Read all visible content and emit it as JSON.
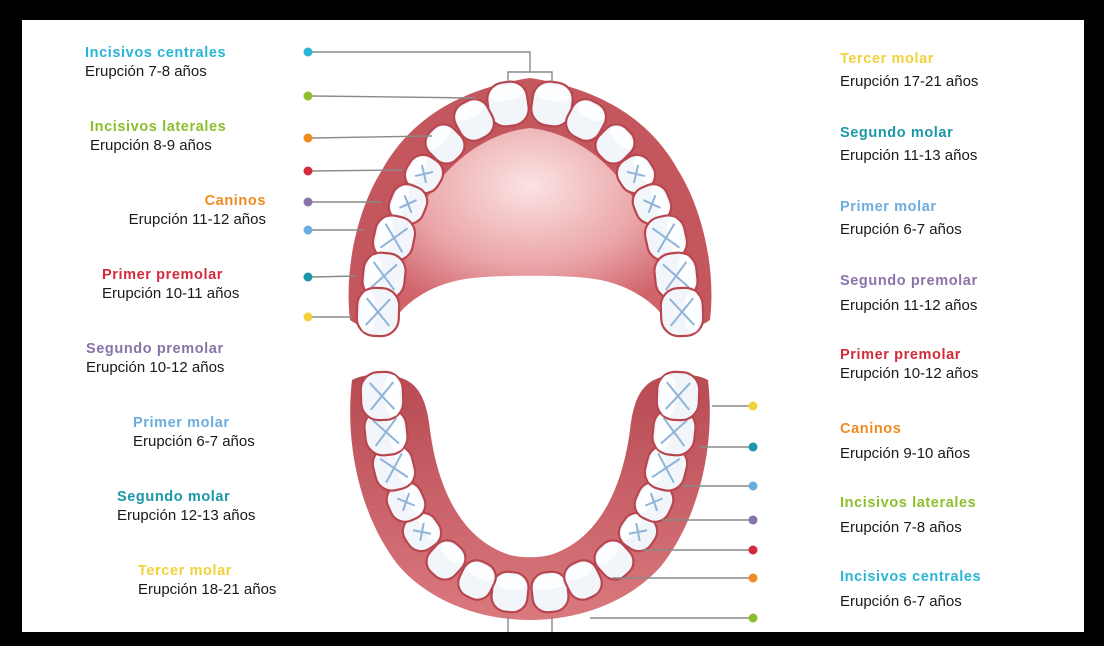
{
  "colors": {
    "frame": "#000000",
    "background": "#ffffff",
    "gum": "#c4565d",
    "gum_dark": "#a63f46",
    "palate": "#f3c8c8",
    "tooth": "#f2f6fb",
    "tooth_outline": "#b9464e",
    "leader": "#8a8a8a"
  },
  "upper_left": [
    {
      "name": "Incisivos centrales",
      "eruption": "Erupción 7-8 años",
      "color": "#29b6d6"
    },
    {
      "name": "Incisivos laterales",
      "eruption": "Erupción 8-9 años",
      "color": "#8dbe2d"
    },
    {
      "name": "Caninos",
      "eruption": "Erupción 11-12 años",
      "color": "#ef8a1f"
    },
    {
      "name": "Primer premolar",
      "eruption": "Erupción 10-11 años",
      "color": "#d42a3c"
    },
    {
      "name": "Segundo premolar",
      "eruption": "Erupción 10-12 años",
      "color": "#8a73a8"
    },
    {
      "name": "Primer molar",
      "eruption": "Erupción 6-7 años",
      "color": "#6aaede"
    },
    {
      "name": "Segundo molar",
      "eruption": "Erupción 12-13 años",
      "color": "#1b98a8"
    },
    {
      "name": "Tercer molar",
      "eruption": "Erupción 18-21 años",
      "color": "#f2d13a"
    }
  ],
  "right": [
    {
      "name": "Tercer molar",
      "eruption": "Erupción 17-21 años",
      "color": "#f2d13a"
    },
    {
      "name": "Segundo molar",
      "eruption": "Erupción 11-13 años",
      "color": "#1b98a8"
    },
    {
      "name": "Primer molar",
      "eruption": "Erupción 6-7 años",
      "color": "#6aaede"
    },
    {
      "name": "Segundo premolar",
      "eruption": "Erupción 11-12 años",
      "color": "#8a73a8"
    },
    {
      "name": "Primer premolar",
      "eruption": "Erupción 10-12 años",
      "color": "#d42a3c"
    },
    {
      "name": "Caninos",
      "eruption": "Erupción 9-10 años",
      "color": "#ef8a1f"
    },
    {
      "name": "Incisivos laterales",
      "eruption": "Erupción 7-8 años",
      "color": "#8dbe2d"
    },
    {
      "name": "Incisivos centrales",
      "eruption": "Erupción 6-7 años",
      "color": "#29b6d6"
    }
  ],
  "upper_dots": [
    "#29b6d6",
    "#8dbe2d",
    "#ef8a1f",
    "#d42a3c",
    "#8a73a8",
    "#6aaede",
    "#1b98a8",
    "#f2d13a"
  ],
  "lower_dots": [
    "#f2d13a",
    "#1b98a8",
    "#6aaede",
    "#8a73a8",
    "#d42a3c",
    "#ef8a1f",
    "#8dbe2d"
  ]
}
